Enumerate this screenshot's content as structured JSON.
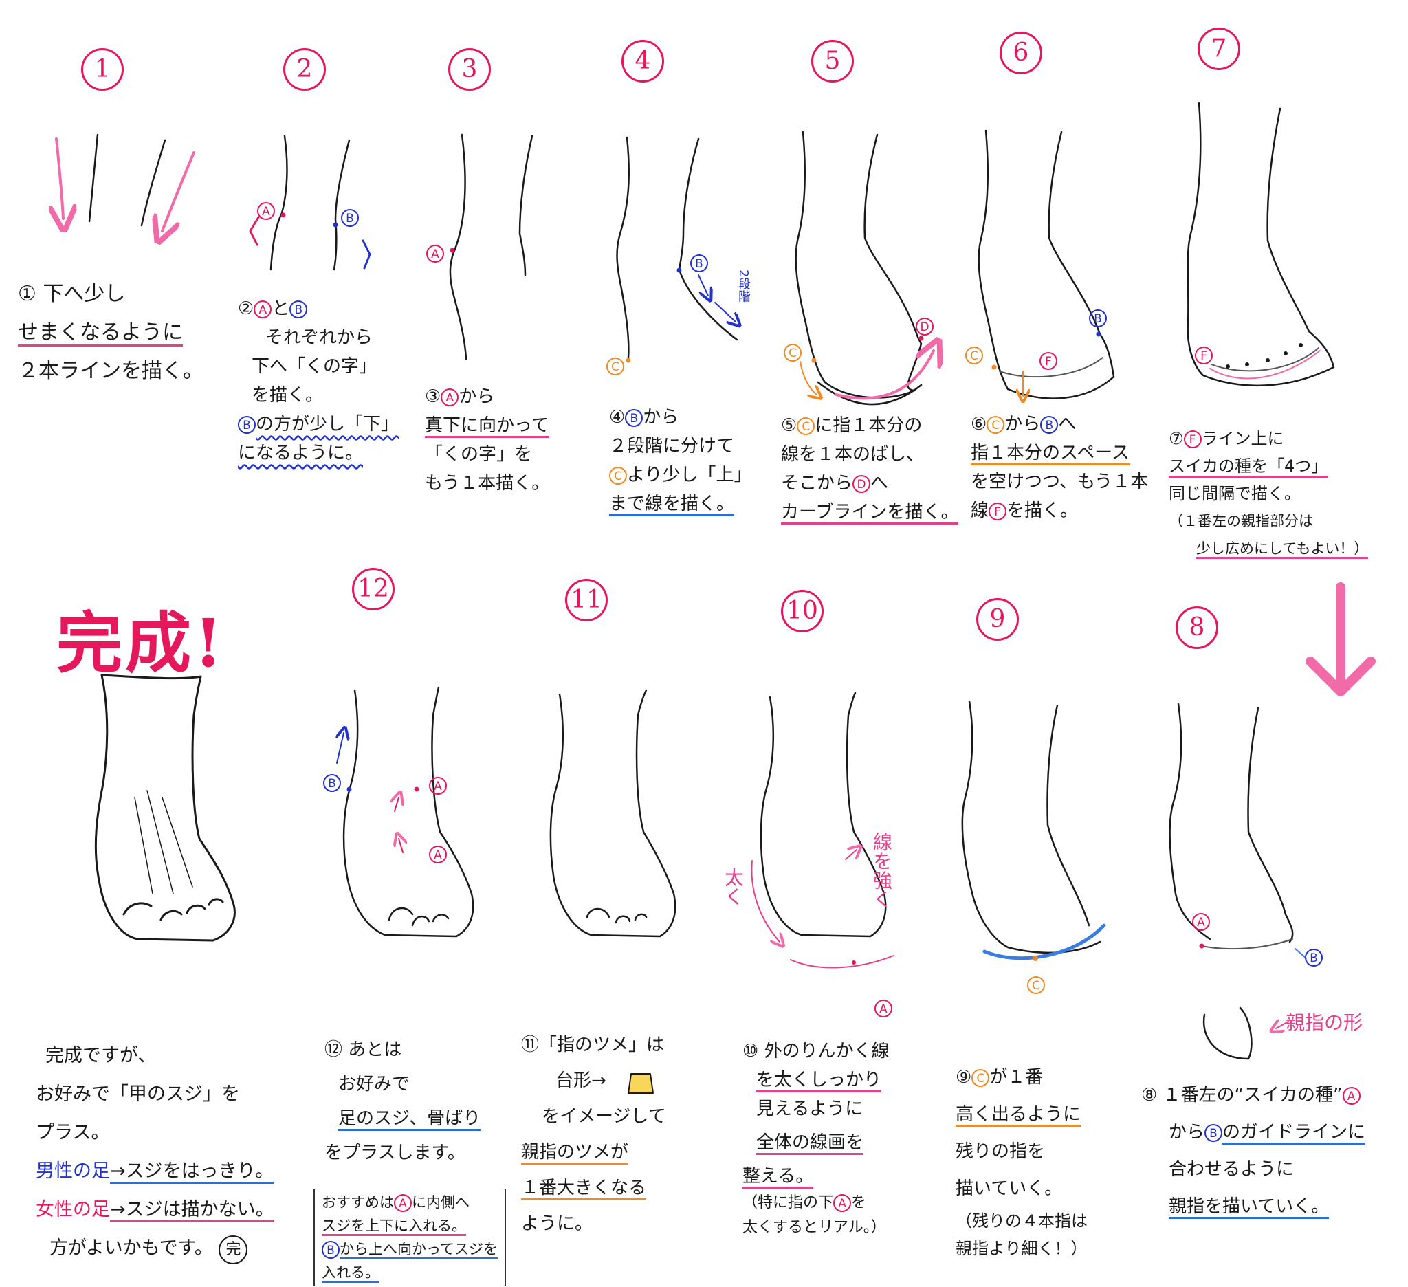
{
  "steps_top": [
    {
      "id": "1",
      "label": "1"
    },
    {
      "id": "2",
      "label": "2"
    },
    {
      "id": "3",
      "label": "3"
    },
    {
      "id": "4",
      "label": "4"
    },
    {
      "id": "5",
      "label": "5"
    },
    {
      "id": "6",
      "label": "6"
    },
    {
      "id": "7",
      "label": "7"
    }
  ],
  "steps_bottom": [
    {
      "id": "12",
      "label": "12"
    },
    {
      "id": "11",
      "label": "11"
    },
    {
      "id": "10",
      "label": "10"
    },
    {
      "id": "9",
      "label": "9"
    },
    {
      "id": "8",
      "label": "8"
    }
  ],
  "complete_title": "完成!",
  "labels": {
    "A": "A",
    "B": "B",
    "C": "C",
    "D": "D",
    "F": "F"
  },
  "step4_side": "2段階",
  "step10_side_left": "太く",
  "step10_side_right": "線を強く",
  "step8_side": "親指の形",
  "captions": {
    "s1": [
      "① 下へ少し",
      "せまくなるように",
      "２本ラインを描く。"
    ],
    "s2": [
      "②",
      "それぞれから",
      "下へ「くの字」",
      "を描く。",
      "の方が少し「下」",
      "になるように。"
    ],
    "s3": [
      "③",
      "から",
      "真下に向かって",
      "「くの字」を",
      "もう１本描く。"
    ],
    "s4": [
      "④",
      "から",
      "２段階に分けて",
      "より少し「上」",
      "まで線を描く。"
    ],
    "s5": [
      "⑤",
      "に指１本分の",
      "線を１本のばし、",
      "そこから",
      "へ",
      "カーブラインを描く。"
    ],
    "s6": [
      "⑥",
      "から",
      "へ",
      "指１本分のスペース",
      "を空けつつ、もう１本",
      "線",
      "を描く。"
    ],
    "s7": [
      "⑦",
      "ライン上に",
      "スイカの種を「4つ」",
      "同じ間隔で描く。",
      "（１番左の親指部分は",
      "少し広めにしてもよい！）"
    ],
    "s12": [
      "⑫ あとは",
      "お好みで",
      "足のスジ、骨ばり",
      "をプラスします。",
      "おすすめは",
      "に内側へ",
      "スジを上下に入れる。",
      "から上へ向かってスジを",
      "入れる。"
    ],
    "s11": [
      "⑪「指のツメ」は",
      "台形→",
      "をイメージして",
      "親指のツメが",
      "１番大きくなる",
      "ように。"
    ],
    "s10": [
      "⑩ 外のりんかく線",
      "を太くしっかり",
      "見えるように",
      "全体の線画を",
      "整える。",
      "（特に指の下",
      "を",
      "太くするとリアル。）"
    ],
    "s9": [
      "⑨",
      "が１番",
      "高く出るように",
      "残りの指を",
      "描いていく。",
      "（残りの４本指は",
      "親指より細く！）"
    ],
    "s8": [
      "⑧ １番左の“スイカの種”",
      "から",
      "のガイドラインに",
      "合わせるように",
      "親指を描いていく。"
    ],
    "sc": [
      "完成ですが、",
      "お好みで「甲のスジ」を",
      "プラス。",
      "男性の足",
      "→スジをはっきり。",
      "女性の足",
      "→スジは描かない。",
      "方がよいかもです。",
      "完"
    ]
  },
  "colors": {
    "pink": "#e4185a",
    "blue": "#2233cc",
    "orange": "#f08a24",
    "arrow_pink": "#f06ba8"
  }
}
